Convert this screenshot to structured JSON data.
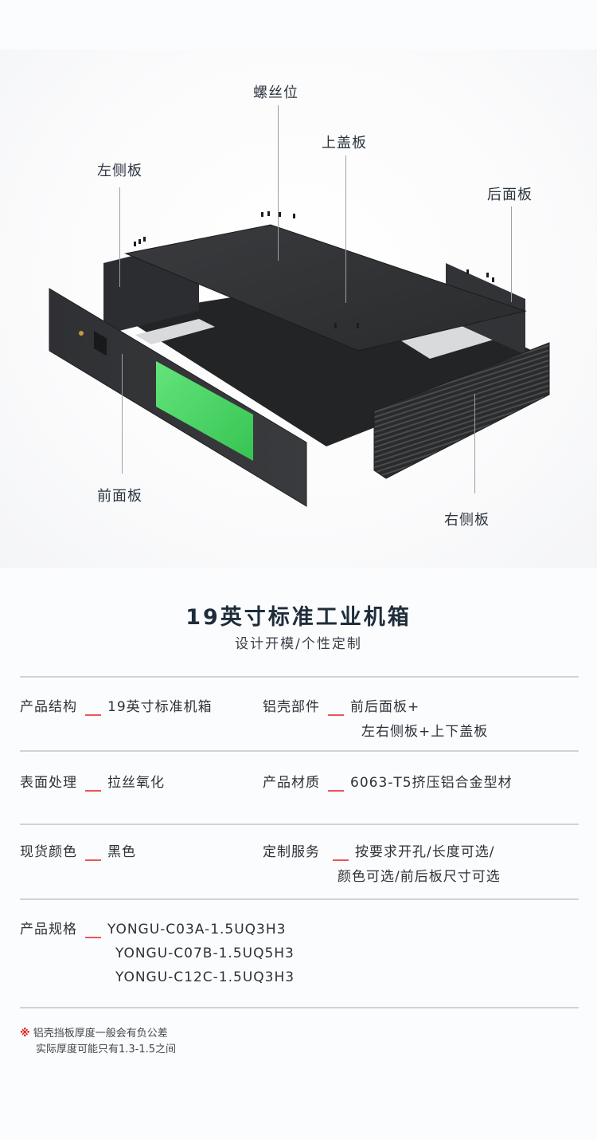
{
  "diagram": {
    "callouts": {
      "screw_position": "螺丝位",
      "top_cover": "上盖板",
      "left_side_panel": "左侧板",
      "rear_panel": "后面板",
      "front_panel": "前面板",
      "right_side_panel": "右侧板"
    },
    "colors": {
      "panel_dark": "#2b2c2e",
      "lcd_green": "#3fd25a",
      "callout_text": "#2c3540",
      "leader_line": "#9aa0a6"
    }
  },
  "header": {
    "title": "19英寸标准工业机箱",
    "subtitle": "设计开模/个性定制"
  },
  "specs": [
    {
      "label": "产品结构",
      "value": "19英寸标准机箱"
    },
    {
      "label": "铝壳部件",
      "value": "前后面板+",
      "value_cont": "左右侧板+上下盖板"
    },
    {
      "label": "表面处理",
      "value": "拉丝氧化"
    },
    {
      "label": "产品材质",
      "value": "6063-T5挤压铝合金型材"
    },
    {
      "label": "现货颜色",
      "value": "黑色"
    },
    {
      "label": "定制服务",
      "value": "按要求开孔/长度可选/",
      "value_cont": "颜色可选/前后板尺寸可选"
    },
    {
      "label": "产品规格",
      "values": [
        "YONGU-C03A-1.5UQ3H3",
        "YONGU-C07B-1.5UQ5H3",
        "YONGU-C12C-1.5UQ3H3"
      ]
    }
  ],
  "note": {
    "mark": "※",
    "line1": "铝壳挡板厚度一般会有负公差",
    "line2": "实际厚度可能只有1.3-1.5之间"
  },
  "accent_colors": {
    "separator_dash": "#e8585a",
    "note_mark": "#e02020",
    "rule": "#d2d3d5"
  }
}
